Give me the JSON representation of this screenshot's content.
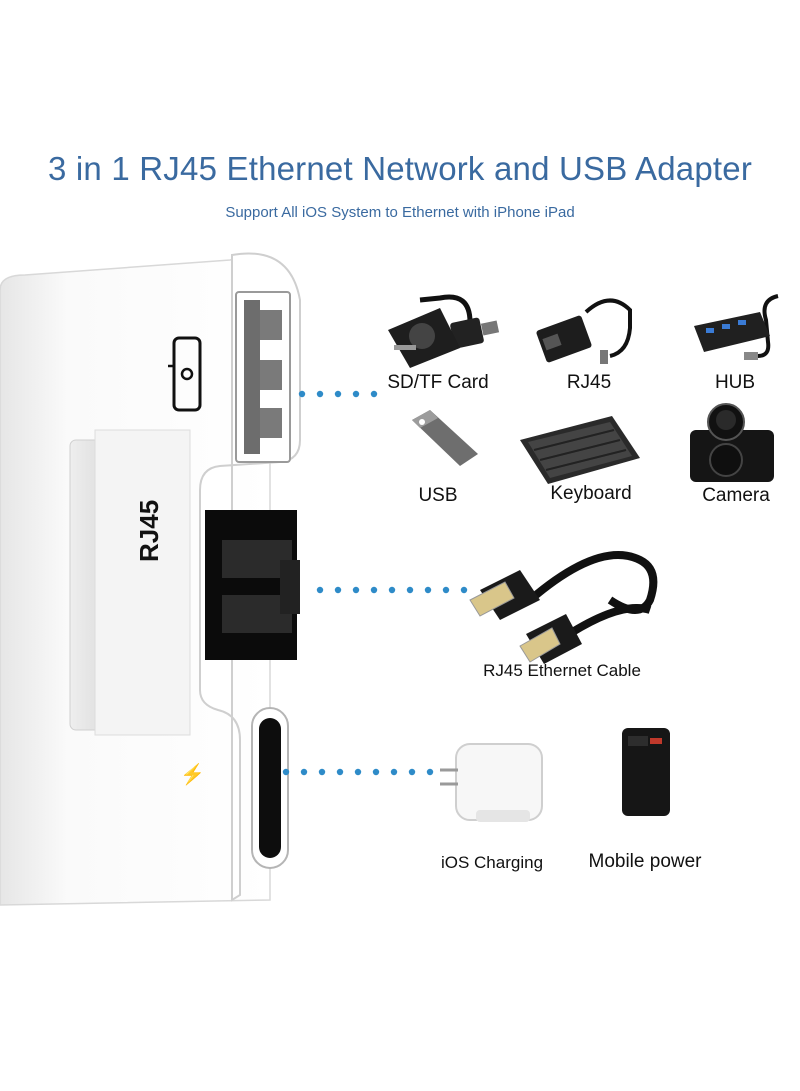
{
  "header": {
    "title": "3 in 1 RJ45 Ethernet Network and USB Adapter",
    "subtitle": "Support All iOS System to Ethernet with iPhone iPad"
  },
  "adapter": {
    "port_label": "RJ45",
    "charging_symbol": "⚡"
  },
  "usb_devices": [
    {
      "label": "SD/TF Card",
      "icon": "card-reader-icon"
    },
    {
      "label": "RJ45",
      "icon": "ethernet-dongle-icon"
    },
    {
      "label": "HUB",
      "icon": "usb-hub-icon"
    },
    {
      "label": "USB",
      "icon": "usb-flash-drive-icon"
    },
    {
      "label": "Keyboard",
      "icon": "keyboard-icon"
    },
    {
      "label": "Camera",
      "icon": "camera-icon"
    }
  ],
  "ethernet": {
    "label": "RJ45 Ethernet Cable",
    "icon": "ethernet-cable-icon"
  },
  "charging": [
    {
      "label": "iOS Charging",
      "icon": "charger-icon"
    },
    {
      "label": "Mobile power",
      "icon": "power-bank-icon"
    }
  ],
  "colors": {
    "title": "#3a6aa0",
    "dots": "#2e8bc8"
  }
}
